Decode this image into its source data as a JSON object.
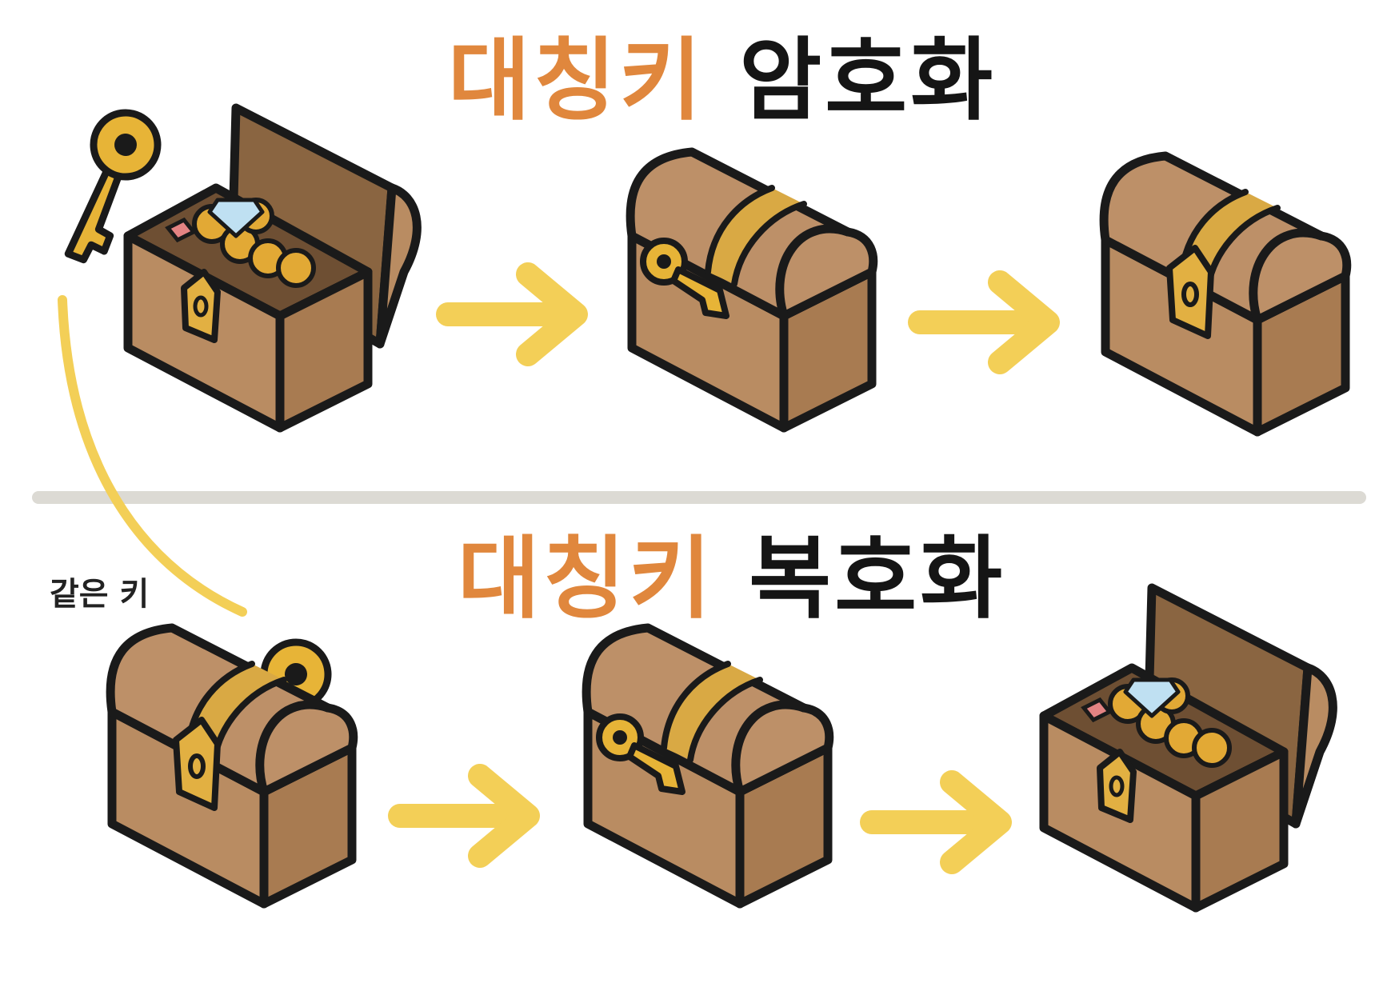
{
  "encryption": {
    "title_accent": "대칭키",
    "title_rest": "암호화",
    "steps": [
      "open-chest-with-treasure",
      "chest-locked-with-key",
      "locked-chest"
    ]
  },
  "decryption": {
    "title_accent": "대칭키",
    "title_rest": "복호화",
    "steps": [
      "locked-chest",
      "chest-unlocked-with-key",
      "open-chest-with-treasure"
    ]
  },
  "same_key_label": "같은 키",
  "colors": {
    "accent": "#e0873d",
    "text": "#151515",
    "chest_front": "#b98c62",
    "chest_side": "#a87b51",
    "key_gold": "#e7b437",
    "arrow_yellow": "#f3cf57",
    "divider": "#dcdad4"
  }
}
